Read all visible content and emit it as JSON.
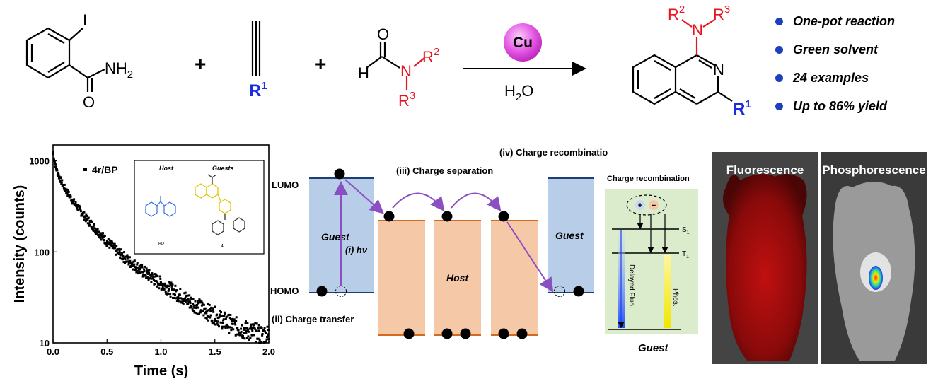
{
  "scheme": {
    "iodo": "I",
    "nh2": "NH",
    "nh2_sub": "2",
    "o1": "O",
    "plus": "+",
    "r1": "R",
    "r1_sup": "1",
    "h": "H",
    "o2": "O",
    "n_amide": "N",
    "r2": "R",
    "r2_sup": "2",
    "r3": "R",
    "r3_sup": "3",
    "catalyst": "Cu",
    "solvent_h": "H",
    "solvent_sub": "2",
    "solvent_o": "O",
    "product_n_amine": "N",
    "product_n_ring": "N",
    "colors": {
      "red": "#e8141e",
      "blue": "#1a2ee0",
      "catalyst": "#e040e0"
    }
  },
  "bullets": [
    "One-pot reaction",
    "Green solvent",
    "24 examples",
    "Up to 86% yield"
  ],
  "chart_data": {
    "type": "scatter",
    "series": [
      {
        "name": "4r/BP",
        "description_free": true
      }
    ],
    "xlabel": "Time (s)",
    "ylabel": "Intensity (counts)",
    "xlim": [
      0.0,
      2.0
    ],
    "ylim": [
      10,
      1500
    ],
    "yscale": "log",
    "xticks": [
      "0.0",
      "0.5",
      "1.0",
      "1.5",
      "2.0"
    ],
    "yticks": [
      "10",
      "100",
      "1000"
    ],
    "decay": [
      {
        "x": 0.0,
        "y": 1250
      },
      {
        "x": 0.02,
        "y": 900
      },
      {
        "x": 0.05,
        "y": 700
      },
      {
        "x": 0.1,
        "y": 520
      },
      {
        "x": 0.2,
        "y": 340
      },
      {
        "x": 0.3,
        "y": 240
      },
      {
        "x": 0.4,
        "y": 175
      },
      {
        "x": 0.5,
        "y": 130
      },
      {
        "x": 0.6,
        "y": 100
      },
      {
        "x": 0.7,
        "y": 80
      },
      {
        "x": 0.8,
        "y": 65
      },
      {
        "x": 0.9,
        "y": 54
      },
      {
        "x": 1.0,
        "y": 45
      },
      {
        "x": 1.1,
        "y": 38
      },
      {
        "x": 1.2,
        "y": 32
      },
      {
        "x": 1.3,
        "y": 27
      },
      {
        "x": 1.4,
        "y": 23
      },
      {
        "x": 1.5,
        "y": 20
      },
      {
        "x": 1.6,
        "y": 17
      },
      {
        "x": 1.7,
        "y": 15
      },
      {
        "x": 1.8,
        "y": 13.5
      },
      {
        "x": 1.9,
        "y": 12.5
      },
      {
        "x": 2.0,
        "y": 12
      }
    ],
    "inset": {
      "host_label": "Host",
      "guests_label": "Guests",
      "host_name": "BP",
      "guest_name": "4r"
    }
  },
  "mechanism": {
    "lumo": "LUMO",
    "homo": "HOMO",
    "guest_left": "Guest",
    "guest_right": "Guest",
    "host": "Host",
    "step_i": "(i) hν",
    "step_ii": "(ii) Charge transfer",
    "step_iii": "(iii) Charge separation",
    "step_iv": "(iv) Charge recombination",
    "colors": {
      "guest": "#b8cde8",
      "host": "#f5c9a8",
      "level": "#1c3f7a",
      "host_level": "#d46a1e",
      "arrow": "#8a4fc1"
    }
  },
  "recomb": {
    "title": "Charge recombination",
    "plus": "+",
    "minus": "−",
    "s1": "S",
    "s1_sub": "1",
    "t1": "T",
    "t1_sub": "1",
    "delayed": "Delayed Fluo.",
    "phos": "Phos.",
    "guest": "Guest",
    "colors": {
      "panel": "#dbeccd"
    }
  },
  "photos": {
    "left": "Fluorescence",
    "right": "Phosphorescence"
  }
}
